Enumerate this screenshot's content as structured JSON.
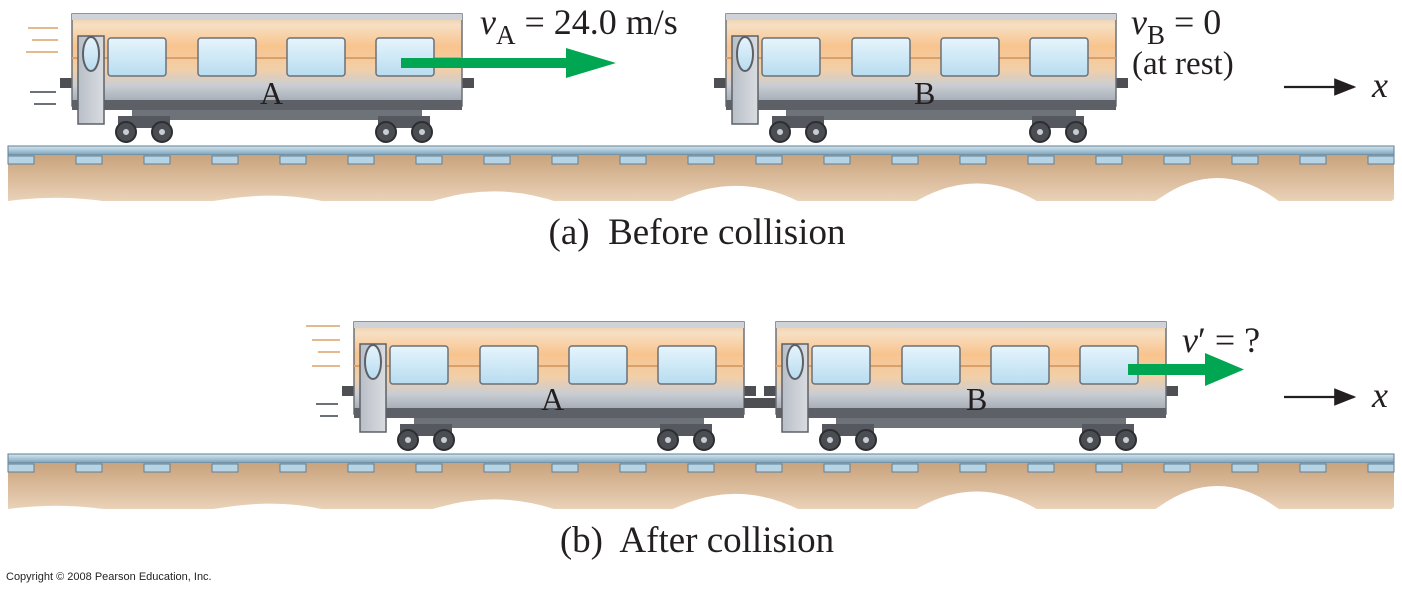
{
  "panel_a": {
    "caption": "(a)  Before collision",
    "car_a_letter": "A",
    "car_b_letter": "B",
    "velocity_a": {
      "symbol": "v",
      "subscript": "A",
      "rest": " = 24.0 m/s"
    },
    "velocity_b": {
      "symbol": "v",
      "subscript": "B",
      "rest": " = 0",
      "note": "(at rest)"
    },
    "axis_label": "x"
  },
  "panel_b": {
    "caption": "(b)  After collision",
    "car_a_letter": "A",
    "car_b_letter": "B",
    "velocity": {
      "symbol": "v",
      "rest": "′ = ?"
    },
    "axis_label": "x"
  },
  "copyright": "Copyright © 2008 Pearson Education, Inc.",
  "colors": {
    "arrow": "#00a651",
    "car_top": "#f6c48c",
    "car_bottom": "#aeb6c0",
    "window": "#c7e6f5",
    "rail": "#9fbfd3",
    "ground": "#d8b48e",
    "text": "#231f20"
  }
}
